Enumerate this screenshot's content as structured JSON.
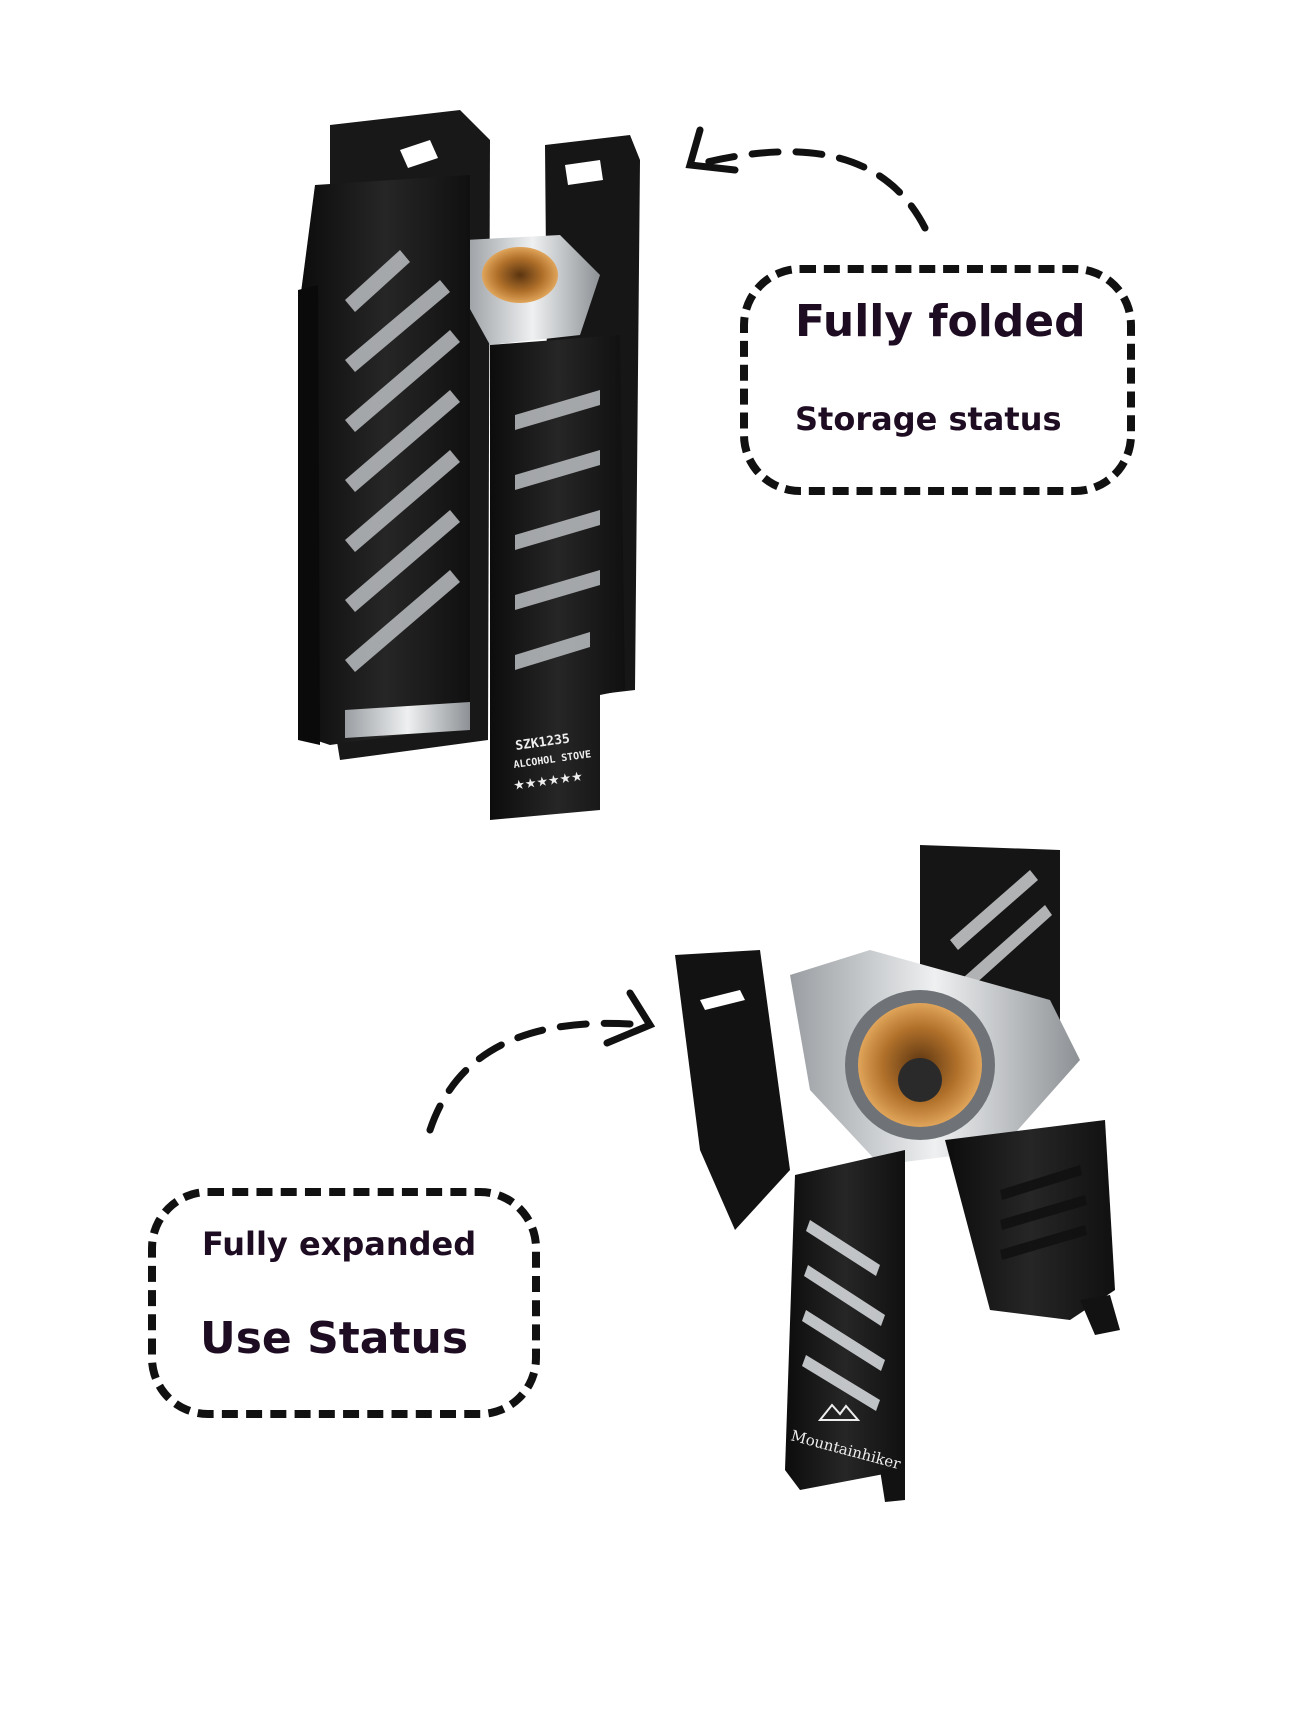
{
  "callouts": {
    "folded": {
      "title": "Fully folded",
      "subtitle": "Storage status"
    },
    "expanded": {
      "title": "Fully expanded",
      "subtitle": "Use Status"
    }
  },
  "product_marks": {
    "model": "SZK1235",
    "type": "ALCOHOL STOVE",
    "stars": "★★★★★★",
    "brand": "Mountainhiker"
  },
  "colors": {
    "text": "#1e0d22",
    "stove_black": "#141414",
    "steel": "#c9ccce",
    "brass": "#b0702a"
  }
}
